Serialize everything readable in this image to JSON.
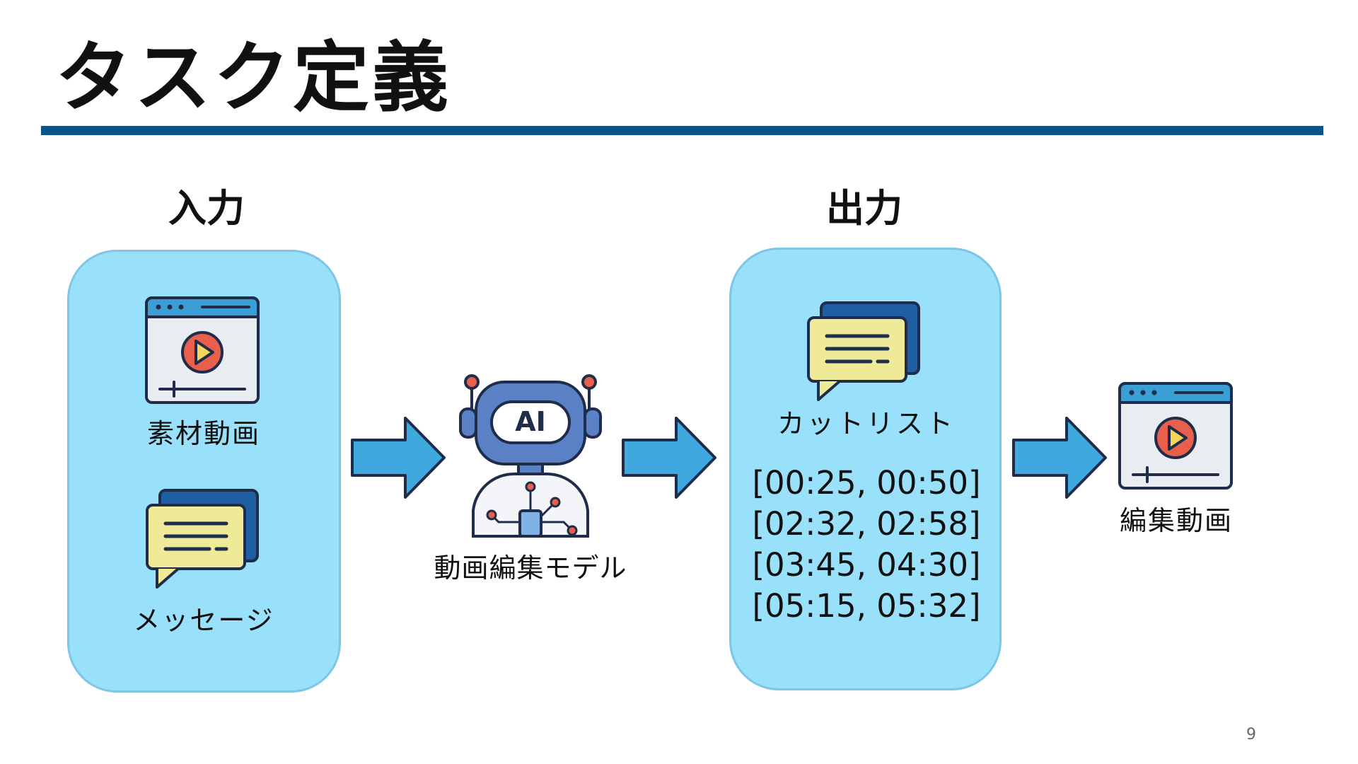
{
  "slide": {
    "title": "タスク定義",
    "page_number": "9"
  },
  "input": {
    "heading": "入力",
    "items": [
      {
        "label": "素材動画",
        "icon": "video-player-icon"
      },
      {
        "label": "メッセージ",
        "icon": "message-bubble-icon"
      }
    ]
  },
  "model": {
    "label": "動画編集モデル",
    "icon": "ai-robot-icon",
    "icon_text": "AI"
  },
  "output": {
    "heading": "出力",
    "cut_list_label": "カットリスト",
    "cut_list_icon": "message-bubble-icon",
    "timestamps": [
      "[00:25, 00:50]",
      "[02:32, 02:58]",
      "[03:45, 04:30]",
      "[05:15, 05:32]"
    ]
  },
  "result": {
    "label": "編集動画",
    "icon": "video-player-icon"
  },
  "colors": {
    "accent_rule": "#0b5487",
    "panel_fill": "#99e0fb",
    "arrow_fill": "#3fa8df"
  }
}
